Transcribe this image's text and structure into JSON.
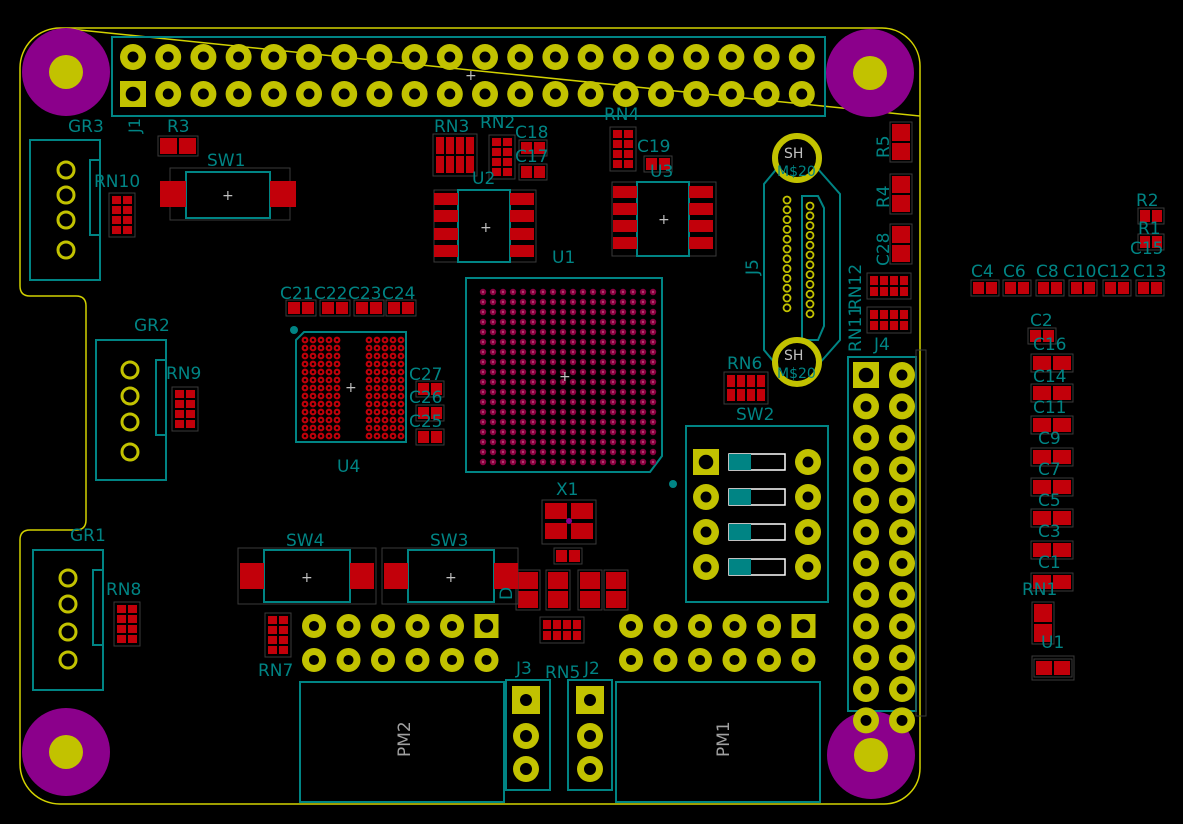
{
  "colors": {
    "background": "#000000",
    "edge_cuts": "#d2d200",
    "silkscreen": "#008484",
    "pad_copper": "#c2c200",
    "pad_smd": "#c2000a",
    "mount_hole": "#8b008b",
    "bga": "#8b0040",
    "drill": "#000000"
  },
  "labels": {
    "j1": "J1",
    "gr3": "GR3",
    "gr2": "GR2",
    "gr1": "GR1",
    "r3": "R3",
    "sw1": "SW1",
    "rn10": "RN10",
    "rn9": "RN9",
    "rn8": "RN8",
    "rn7": "RN7",
    "rn3": "RN3",
    "rn2": "RN2",
    "c18": "C18",
    "c17": "C17",
    "u2": "U2",
    "rn4": "RN4",
    "c19": "C19",
    "u3": "U3",
    "u1": "U1",
    "j5": "J5",
    "sh_top": "SH",
    "sh_top_sub": "M$20",
    "sh_bot": "SH",
    "sh_bot_sub": "M$20",
    "r5": "R5",
    "r4": "R4",
    "c28": "C28",
    "rn12": "RN12",
    "rn11": "RN11",
    "j4": "J4",
    "c21": "C21",
    "c22": "C22",
    "c23": "C23",
    "c24": "C24",
    "u4": "U4",
    "c27": "C27",
    "c26": "C26",
    "c25": "C25",
    "rn6": "RN6",
    "sw2": "SW2",
    "x1": "X1",
    "sw4": "SW4",
    "sw3": "SW3",
    "d": "D",
    "j3": "J3",
    "rn5": "RN5",
    "j2": "J2",
    "pm2": "PM2",
    "pm1": "PM1",
    "r2": "R2",
    "r1": "R1",
    "c15": "C15",
    "c4": "C4",
    "c6": "C6",
    "c8": "C8",
    "c10": "C10",
    "c12": "C12",
    "c13": "C13",
    "c2": "C2",
    "c16": "C16",
    "c14": "C14",
    "c11": "C11",
    "c9": "C9",
    "c7": "C7",
    "c5": "C5",
    "c3": "C3",
    "c1": "C1",
    "rn1": "RN1",
    "u_bottom": "U1"
  }
}
